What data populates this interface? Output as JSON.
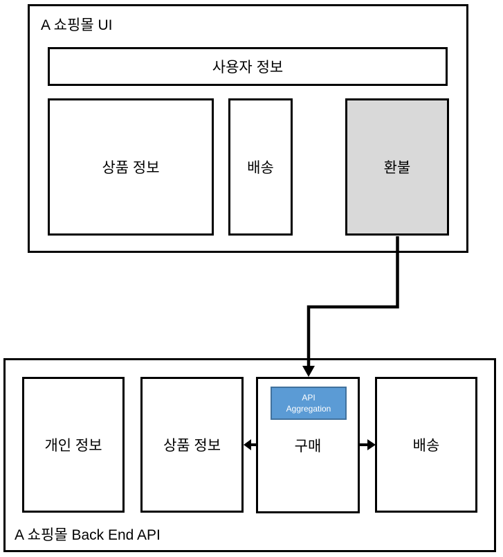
{
  "colors": {
    "box_border": "#000000",
    "refund_highlight_fill": "#d9d9d9",
    "api_badge_fill": "#5b9bd5",
    "api_badge_border": "#41719c",
    "api_badge_text": "#ffffff",
    "arrow": "#000000"
  },
  "ui_section": {
    "title": "A 쇼핑몰 UI",
    "user_info": {
      "label": "사용자 정보"
    },
    "modules": [
      {
        "label": "상품 정보"
      },
      {
        "label": "배송"
      },
      {
        "label": "환불",
        "highlighted": true
      }
    ]
  },
  "backend_section": {
    "title": "A 쇼핑몰 Back End API",
    "api_aggregation": {
      "lines": [
        "API",
        "Aggregation"
      ]
    },
    "services": [
      {
        "label": "개인 정보"
      },
      {
        "label": "상품 정보"
      },
      {
        "label": "구매"
      },
      {
        "label": "배송"
      }
    ]
  }
}
